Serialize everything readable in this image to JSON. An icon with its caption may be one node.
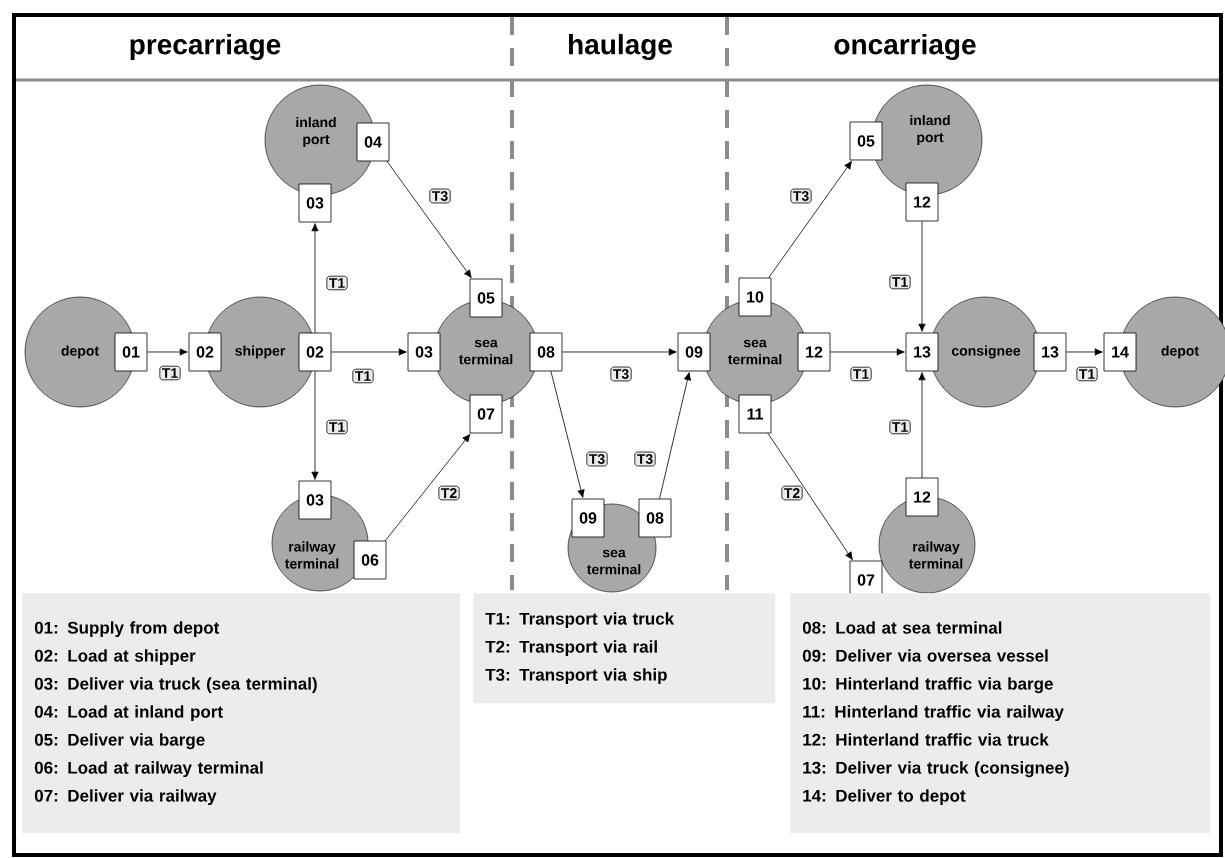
{
  "diagram": {
    "nodes": [
      {
        "text": [
          "depot"
        ]
      },
      {
        "text": [
          "01"
        ]
      },
      {
        "text": [
          "02"
        ]
      },
      {
        "text": [
          "shipper"
        ]
      },
      {
        "text": [
          "02"
        ]
      },
      {
        "text": [
          "inland port"
        ]
      },
      {
        "text": [
          "04"
        ]
      },
      {
        "text": [
          "03"
        ]
      },
      {
        "text": [
          "05"
        ]
      },
      {
        "text": [
          "sea terminal"
        ]
      },
      {
        "text": [
          "03"
        ]
      },
      {
        "text": [
          "08"
        ]
      },
      {
        "text": [
          "07"
        ]
      },
      {
        "text": [
          "03"
        ]
      },
      {
        "text": [
          "railway terminal"
        ]
      },
      {
        "text": [
          "06"
        ]
      },
      {
        "text": [
          "09"
        ]
      },
      {
        "text": [
          "sea terminal"
        ]
      },
      {
        "text": [
          "08"
        ]
      },
      {
        "text": [
          "09"
        ]
      },
      {
        "text": [
          "sea terminal"
        ]
      },
      {
        "text": [
          "10"
        ]
      },
      {
        "text": [
          "12"
        ]
      },
      {
        "text": [
          "11"
        ]
      },
      {
        "text": [
          "05"
        ]
      },
      {
        "text": [
          "inland port"
        ]
      },
      {
        "text": [
          "12"
        ]
      },
      {
        "text": [
          "13"
        ]
      },
      {
        "text": [
          "consignee"
        ]
      },
      {
        "text": [
          "13"
        ]
      },
      {
        "text": [
          "14"
        ]
      },
      {
        "text": [
          "depot"
        ]
      },
      {
        "text": [
          "12"
        ]
      },
      {
        "text": [
          "railway terminal"
        ]
      },
      {
        "text": [
          "07"
        ]
      },
      {
        "text": [
          "01: Supply from depot",
          "02: Load at shipper",
          "03: Deliver via truck (sea terminal)",
          "04: Load at inland port",
          "05: Deliver via barge",
          "06: Load at railway terminal",
          "07: Deliver via railway"
        ]
      },
      {
        "text": [
          "T1: Transport via truck",
          "T2: Transport via rail",
          "T3: Transport via ship"
        ]
      },
      {
        "text": [
          "08: Load at sea terminal",
          "09: Deliver via oversea vessel",
          "10: Hinterland traffic via barge",
          "11: Hinterland traffic via railway",
          "12: Hinterland traffic via truck",
          "13: Deliver via truck (consignee)",
          "14: Deliver to depot"
        ]
      }
    ],
    "edges": [
      {
        "from": 1,
        "to": 2,
        "arrow": "to",
        "label": "T1"
      },
      {
        "from": 4,
        "to": 7,
        "arrow": "to",
        "label": "T1"
      },
      {
        "from": 4,
        "to": 10,
        "arrow": "to",
        "label": "T1"
      },
      {
        "from": 4,
        "to": 13,
        "arrow": "to",
        "label": "T1"
      },
      {
        "from": 6,
        "to": 8,
        "arrow": "to",
        "label": "T3"
      },
      {
        "from": 15,
        "to": 12,
        "arrow": "to",
        "label": "T2"
      },
      {
        "from": 11,
        "to": 19,
        "arrow": "to",
        "label": "T3"
      },
      {
        "from": 11,
        "to": 16,
        "arrow": "to",
        "label": "T3"
      },
      {
        "from": 18,
        "to": 19,
        "arrow": "to",
        "label": "T3"
      },
      {
        "from": 21,
        "to": 24,
        "arrow": "to",
        "label": "T3"
      },
      {
        "from": 23,
        "to": 34,
        "arrow": "to",
        "label": "T2"
      },
      {
        "from": 26,
        "to": 27,
        "arrow": "to",
        "label": "T1"
      },
      {
        "from": 22,
        "to": 27,
        "arrow": "to",
        "label": "T1"
      },
      {
        "from": 32,
        "to": 27,
        "arrow": "to",
        "label": "T1"
      },
      {
        "from": 29,
        "to": 30,
        "arrow": "to",
        "label": "T1"
      }
    ],
    "labels": [
      "precarriage",
      "haulage",
      "oncarriage"
    ]
  }
}
